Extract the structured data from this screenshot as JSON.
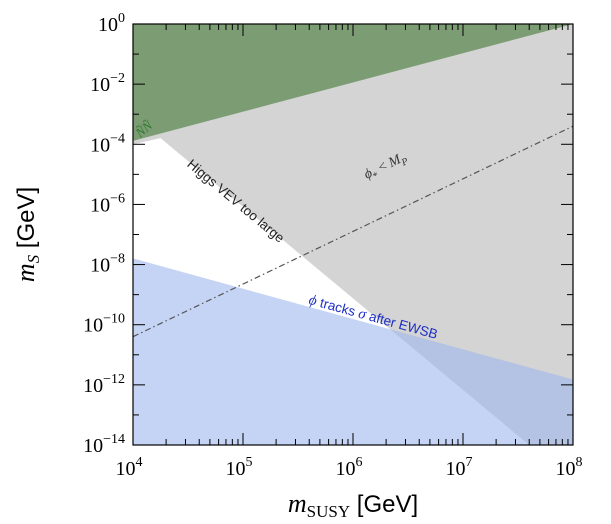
{
  "chart_data": {
    "type": "area",
    "xscale": "log",
    "yscale": "log",
    "xlim": [
      10000,
      100000000
    ],
    "ylim": [
      1e-14,
      1
    ],
    "xlabel": {
      "var": "m",
      "sub": "SUSY",
      "unit": "[GeV]"
    },
    "ylabel": {
      "var": "m",
      "sub": "S",
      "unit": "[GeV]"
    },
    "x_ticks": [
      {
        "value": 10000,
        "base": "10",
        "exp": "4"
      },
      {
        "value": 100000,
        "base": "10",
        "exp": "5"
      },
      {
        "value": 1000000,
        "base": "10",
        "exp": "6"
      },
      {
        "value": 10000000,
        "base": "10",
        "exp": "7"
      },
      {
        "value": 100000000,
        "base": "10",
        "exp": "8"
      }
    ],
    "y_ticks": [
      {
        "value": 1,
        "base": "10",
        "exp": "0"
      },
      {
        "value": 0.01,
        "base": "10",
        "exp": "−2"
      },
      {
        "value": 0.0001,
        "base": "10",
        "exp": "−4"
      },
      {
        "value": 1e-06,
        "base": "10",
        "exp": "−6"
      },
      {
        "value": 1e-08,
        "base": "10",
        "exp": "−8"
      },
      {
        "value": 1e-10,
        "base": "10",
        "exp": "−10"
      },
      {
        "value": 1e-12,
        "base": "10",
        "exp": "−12"
      },
      {
        "value": 1e-14,
        "base": "10",
        "exp": "−14"
      }
    ],
    "regions": [
      {
        "id": "higgs-vev-region",
        "label": "Higgs VEV too large",
        "color": "#d4d4d4",
        "boundary": [
          [
            10000,
            0.0001
          ],
          [
            17800,
            0.00016
          ],
          [
            40000000,
            1e-14
          ],
          [
            100000000,
            1e-14
          ],
          [
            100000000,
            1
          ],
          [
            10000,
            1
          ]
        ],
        "label_at": [
          81000,
          1e-06
        ],
        "label_color": "#222222"
      },
      {
        "id": "nn-region",
        "label": "ÑÑ",
        "color": "#7c9d74",
        "boundary": [
          [
            10000,
            1
          ],
          [
            100000000,
            1
          ],
          [
            10000,
            0.00013
          ]
        ],
        "label_at": [
          13300,
          0.00025
        ],
        "label_color": "#2f7a2f"
      },
      {
        "id": "phi-tracks-region",
        "label": "tracks  after EWSB",
        "label_phi": "ϕ",
        "label_sigma": "σ",
        "color": "#9eb7ec",
        "opacity": 0.6,
        "boundary": [
          [
            10000,
            1.6e-08
          ],
          [
            100000000,
            1.5e-12
          ],
          [
            100000000,
            1e-14
          ],
          [
            10000,
            1e-14
          ]
        ],
        "label_at": [
          390000,
          5e-10
        ],
        "label_color": "#1c2ec5"
      }
    ],
    "lines": [
      {
        "id": "phi-mp-line",
        "label": "<",
        "label_lhs": "ϕ",
        "label_lhs_sub": "*",
        "label_rhs": "M",
        "label_rhs_sub": "P",
        "style": "dash-dot",
        "color": "#555555",
        "points": [
          [
            10000,
            4e-11
          ],
          [
            100000000,
            0.0004
          ]
        ],
        "label_at": [
          1330000,
          7e-06
        ]
      }
    ]
  }
}
